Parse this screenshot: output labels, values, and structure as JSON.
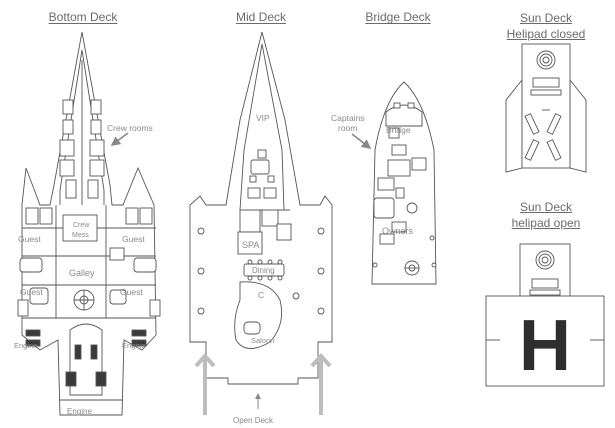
{
  "decks": {
    "bottom": {
      "title": "Bottom Deck",
      "labels": {
        "crew_rooms": "Crew rooms",
        "crew_mess_1": "Crew",
        "crew_mess_2": "Mess",
        "guest_tl": "Guest",
        "guest_tr": "Guest",
        "galley": "Galley",
        "guest_bl": "Guest",
        "guest_br": "Guest",
        "engine_l": "Engine",
        "engine_r": "Engine",
        "engine_b": "Engine"
      }
    },
    "mid": {
      "title": "Mid Deck",
      "labels": {
        "vip": "VIP",
        "spa": "SPA",
        "dining": "Dining",
        "c": "C",
        "saloon": "Saloon",
        "open_deck": "Open Deck"
      }
    },
    "bridge": {
      "title": "Bridge Deck",
      "labels": {
        "captains_1": "Captains",
        "captains_2": "room",
        "bridge": "Bridge",
        "owners": "Owners"
      }
    },
    "sun_closed": {
      "title_line1": "Sun Deck",
      "title_line2": "Helipad closed"
    },
    "sun_open": {
      "title_line1": "Sun Deck",
      "title_line2": "helipad open",
      "helipad_letter": "H"
    }
  },
  "colors": {
    "line": "#555555",
    "arrow": "#bdbdbd",
    "text": "#6b6b6b",
    "helipad": "#2e2e2e"
  }
}
